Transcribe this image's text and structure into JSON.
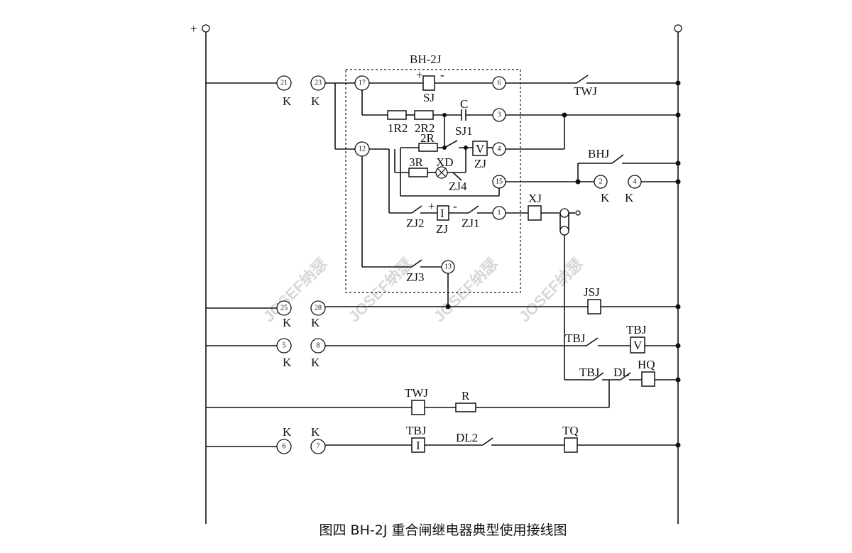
{
  "diagram": {
    "polarity": {
      "plus": "+",
      "minus": ""
    },
    "module_title": "BH-2J",
    "terminals": {
      "t21": "21",
      "t23": "23",
      "t17": "17",
      "t6": "6",
      "t3": "3",
      "t4": "4",
      "t12": "12",
      "t15": "15",
      "t1": "1",
      "t13": "13",
      "t25": "25",
      "t28": "28",
      "t5": "5",
      "t8": "8",
      "t6b": "6",
      "t7": "7",
      "t2": "2",
      "t4b": "4"
    },
    "k_label": "K",
    "components": {
      "sj": "SJ",
      "sj_plus": "+",
      "sj_minus": "-",
      "twj_contact": "TWJ",
      "r1": "1R2",
      "r2": "2R2",
      "cap": "C",
      "sj1": "SJ1",
      "r2r": "2R",
      "v_coil": "V",
      "zj_v": "ZJ",
      "r3": "3R",
      "xd": "XD",
      "zj4": "ZJ4",
      "bhj": "BHJ",
      "i_coil": "I",
      "zj_i": "ZJ",
      "zj2": "ZJ2",
      "zj1": "ZJ1",
      "i_plus": "+",
      "i_minus": "-",
      "xj": "XJ",
      "zj3": "ZJ3",
      "jsj": "JSJ",
      "tbj_contact_a": "TBJ",
      "tbj_coil_v": "TBJ",
      "v2": "V",
      "tbj_contact_b": "TBJ",
      "dl": "DL",
      "hq": "HQ",
      "twj_coil": "TWJ",
      "r": "R",
      "tbj_coil_i": "TBJ",
      "i2": "I",
      "dl2": "DL2",
      "tq": "TQ"
    },
    "watermark": "JOSEF纳瑟"
  },
  "caption": "图四 BH-2J 重合闸继电器典型使用接线图"
}
